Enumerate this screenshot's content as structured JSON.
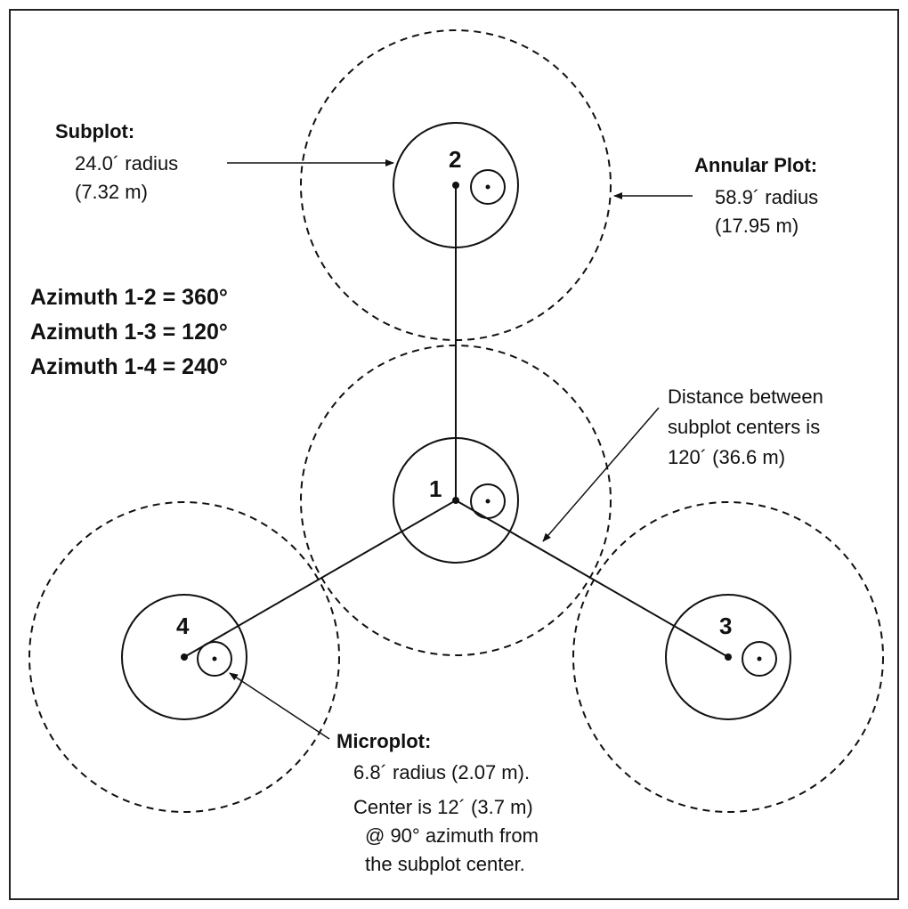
{
  "subplot_numbers": [
    "1",
    "2",
    "3",
    "4"
  ],
  "subplot_callout": {
    "title": "Subplot:",
    "lines": [
      "24.0´ radius",
      "(7.32 m)"
    ]
  },
  "annular_callout": {
    "title": "Annular Plot:",
    "lines": [
      "58.9´ radius",
      "(17.95 m)"
    ]
  },
  "azimuths": [
    "Azimuth 1-2 = 360°",
    "Azimuth 1-3 = 120°",
    "Azimuth 1-4 = 240°"
  ],
  "distance_callout": {
    "lines": [
      "Distance between",
      "subplot centers is",
      "120´ (36.6 m)"
    ]
  },
  "microplot_callout": {
    "title": "Microplot:",
    "lines": [
      "6.8´ radius (2.07 m).",
      "Center is 12´ (3.7 m)",
      "@ 90° azimuth from",
      "the subplot center."
    ]
  },
  "colors": {
    "stroke": "#111111",
    "background": "#ffffff"
  }
}
